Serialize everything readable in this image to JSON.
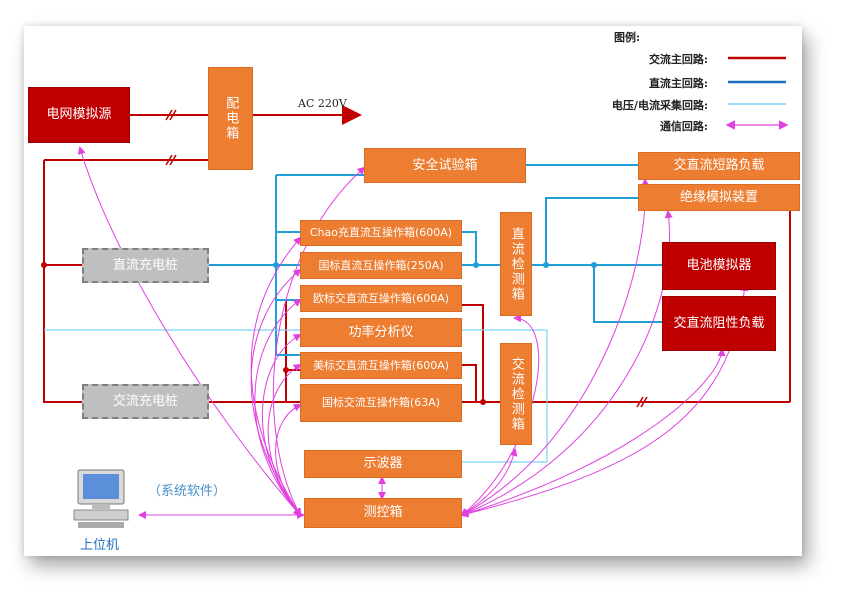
{
  "legend": {
    "title": "图例:",
    "items": [
      {
        "label": "交流主回路:",
        "color": "#C00000",
        "style": "ac"
      },
      {
        "label": "直流主回路:",
        "color": "#1F6FBF",
        "style": "dc"
      },
      {
        "label": "电压/电流采集回路:",
        "color": "#7FD3F0",
        "style": "sample"
      },
      {
        "label": "通信回路:",
        "color": "#E040E0",
        "style": "comm"
      }
    ]
  },
  "colors": {
    "orange": "#ED7D31",
    "red": "#C00000",
    "gray": "#BFBFBF",
    "dc": "#1F9FD8",
    "comm": "#E040E0"
  },
  "nodes": {
    "grid_source": "电网模拟源",
    "distribution_box": "配电箱",
    "ac_output": "AC 220V",
    "safety_box": "安全试验箱",
    "ac_dc_short": "交直流短路负载",
    "insulation": "绝缘模拟装置",
    "battery_sim": "电池模拟器",
    "resistive_load": "交直流阻性负载",
    "dc_pile": "直流充电桩",
    "ac_pile": "交流充电桩",
    "chao_box": "Chao充直流互操作箱(600A)",
    "gb_dc_box": "国标直流互操作箱(250A)",
    "eu_ac_box": "欧标交直流互操作箱(600A)",
    "power_analyzer": "功率分析仪",
    "us_ac_box": "美标交直流互操作箱(600A)",
    "gb_ac_box": "国标交流互操作箱(63A)",
    "dc_detect": "直流检测箱",
    "ac_detect": "交流检测箱",
    "oscilloscope": "示波器",
    "control_box": "测控箱",
    "host_pc": "上位机",
    "software": "（系统软件）"
  }
}
